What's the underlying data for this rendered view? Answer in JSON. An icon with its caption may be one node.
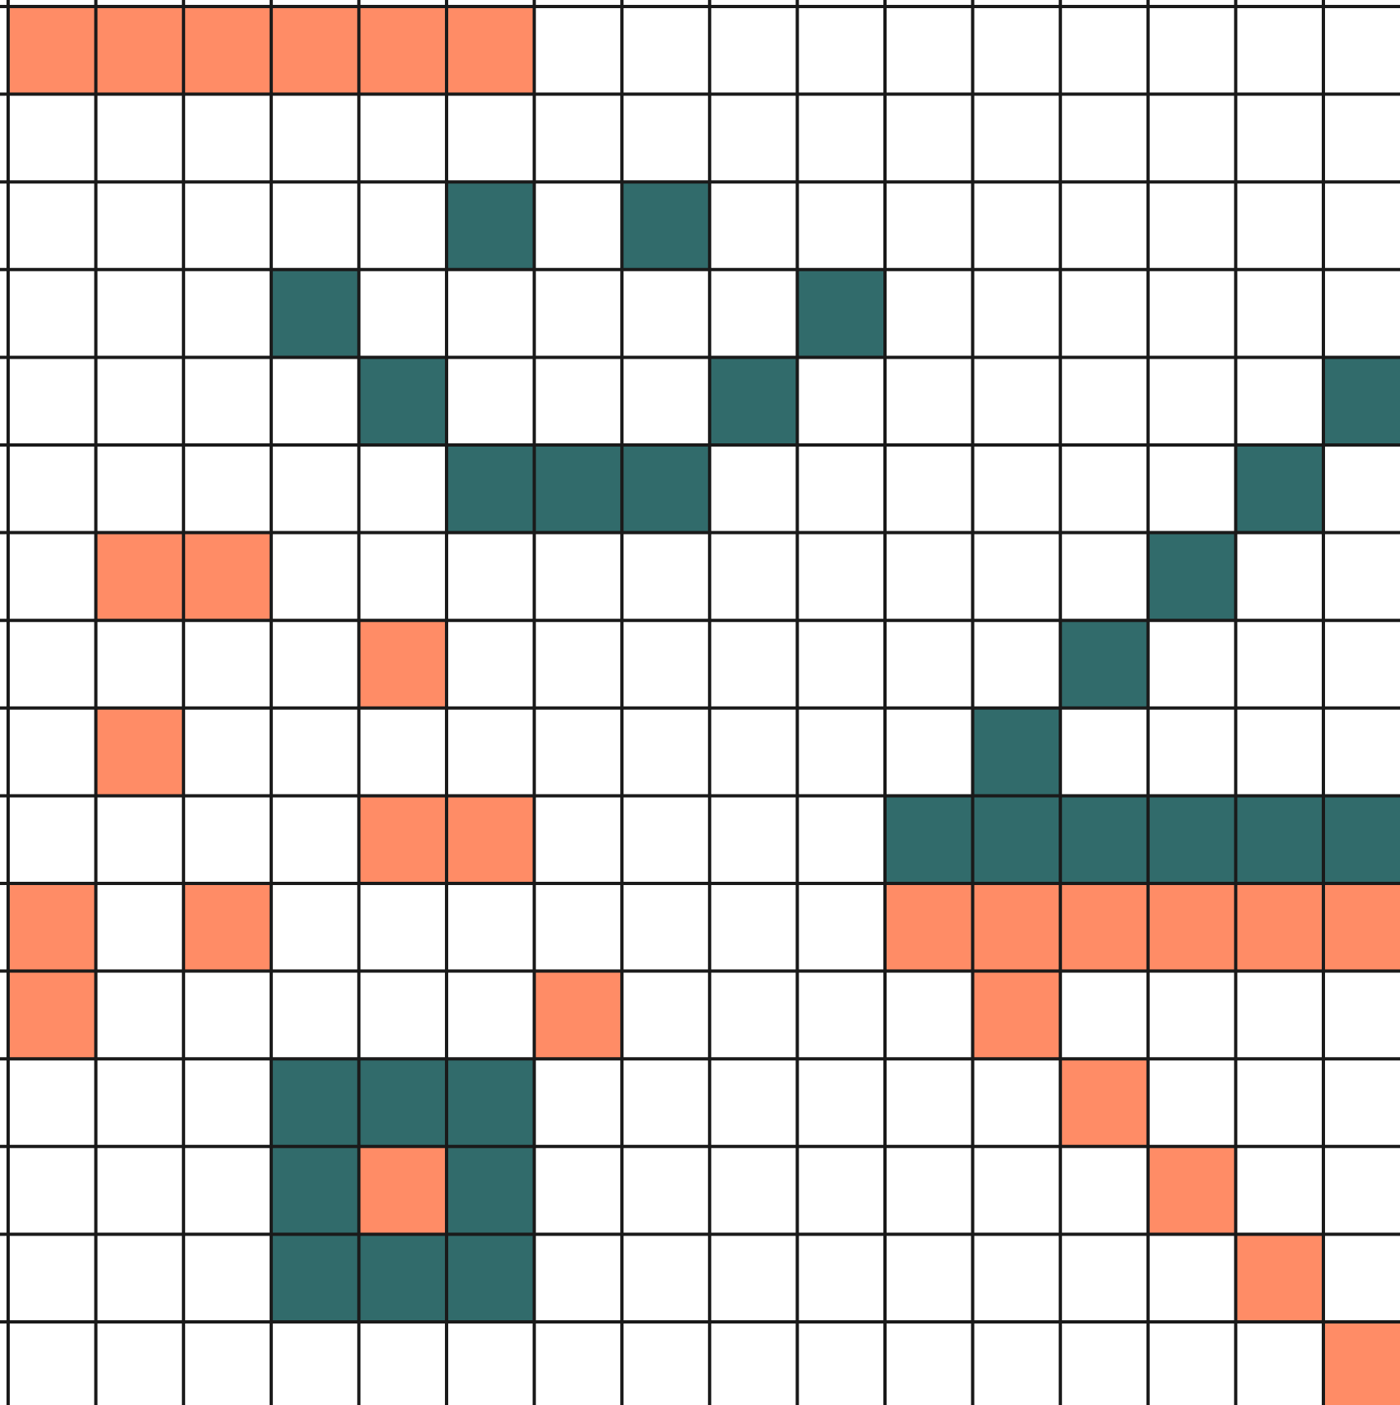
{
  "diagram": {
    "nodes": [
      {
        "text": [],
        "shape": "box"
      },
      {
        "text": [],
        "shape": "box"
      },
      {
        "text": [],
        "shape": "box"
      },
      {
        "text": [],
        "shape": "box"
      },
      {
        "text": [],
        "shape": "box"
      },
      {
        "text": [],
        "shape": "box"
      },
      {
        "text": [],
        "shape": "box"
      },
      {
        "text": [],
        "shape": "box"
      },
      {
        "text": [],
        "shape": "box"
      },
      {
        "text": [],
        "shape": "box"
      },
      {
        "text": [],
        "shape": "box"
      },
      {
        "text": [],
        "shape": "box"
      },
      {
        "text": [],
        "shape": "box"
      },
      {
        "text": [],
        "shape": "box"
      },
      {
        "text": [],
        "shape": "box"
      },
      {
        "text": [],
        "shape": "box"
      },
      {
        "text": [],
        "shape": "box"
      },
      {
        "text": [],
        "shape": "box"
      },
      {
        "text": [],
        "shape": "box"
      },
      {
        "text": [],
        "shape": "box"
      },
      {
        "text": [],
        "shape": "box"
      },
      {
        "text": [],
        "shape": "box"
      },
      {
        "text": [],
        "shape": "box"
      },
      {
        "text": [],
        "shape": "box"
      },
      {
        "text": [],
        "shape": "box"
      },
      {
        "text": [],
        "shape": "box"
      },
      {
        "text": [],
        "shape": "box"
      },
      {
        "text": [],
        "shape": "box"
      },
      {
        "text": [],
        "shape": "box"
      },
      {
        "text": [],
        "shape": "box"
      },
      {
        "text": [],
        "shape": "box"
      },
      {
        "text": [],
        "shape": "box"
      },
      {
        "text": [],
        "shape": "box"
      },
      {
        "text": [],
        "shape": "box"
      },
      {
        "text": [],
        "shape": "box"
      },
      {
        "text": [],
        "shape": "box"
      },
      {
        "text": [],
        "shape": "box"
      },
      {
        "text": [],
        "shape": "box"
      },
      {
        "text": [],
        "shape": "box"
      },
      {
        "text": [],
        "shape": "box"
      },
      {
        "text": [],
        "shape": "box"
      },
      {
        "text": [],
        "shape": "box"
      },
      {
        "text": [],
        "shape": "box"
      },
      {
        "text": [],
        "shape": "box"
      },
      {
        "text": [],
        "shape": "box"
      },
      {
        "text": [],
        "shape": "box"
      },
      {
        "text": [],
        "shape": "box"
      },
      {
        "text": [],
        "shape": "box"
      },
      {
        "text": [],
        "shape": "box"
      },
      {
        "text": [],
        "shape": "box"
      },
      {
        "text": [],
        "shape": "box"
      },
      {
        "text": [],
        "shape": "box"
      },
      {
        "text": [],
        "shape": "box"
      },
      {
        "text": [],
        "shape": "box"
      },
      {
        "text": [],
        "shape": "box"
      },
      {
        "text": [],
        "shape": "box"
      }
    ]
  }
}
